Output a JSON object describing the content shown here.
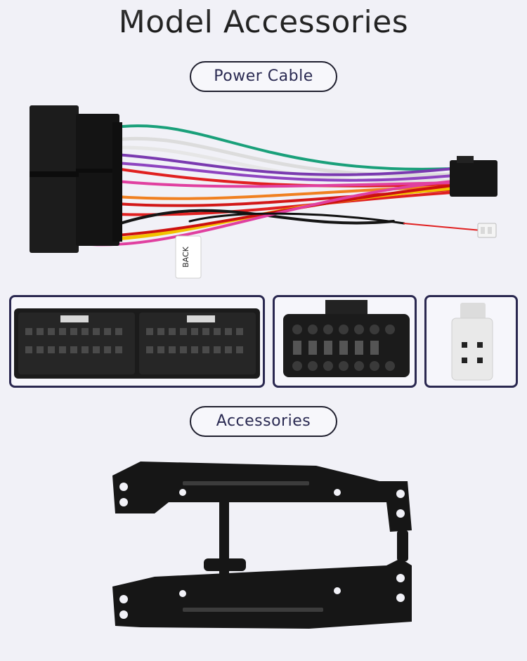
{
  "page": {
    "title": "Model Accessories",
    "sections": {
      "power_cable": {
        "label": "Power Cable"
      },
      "accessories": {
        "label": "Accessories"
      }
    },
    "cable_tag": "BACK"
  },
  "colors": {
    "background": "#f1f1f7",
    "panel_border": "#2a2850",
    "pill_text": "#2a2a52",
    "wire_green": "#1aa07a",
    "wire_white": "#ececec",
    "wire_purple": "#7a3ab0",
    "wire_red": "#e02020",
    "wire_pink": "#e040a0",
    "wire_orange": "#f08020",
    "wire_yellow": "#f2c200",
    "wire_black": "#151515"
  }
}
